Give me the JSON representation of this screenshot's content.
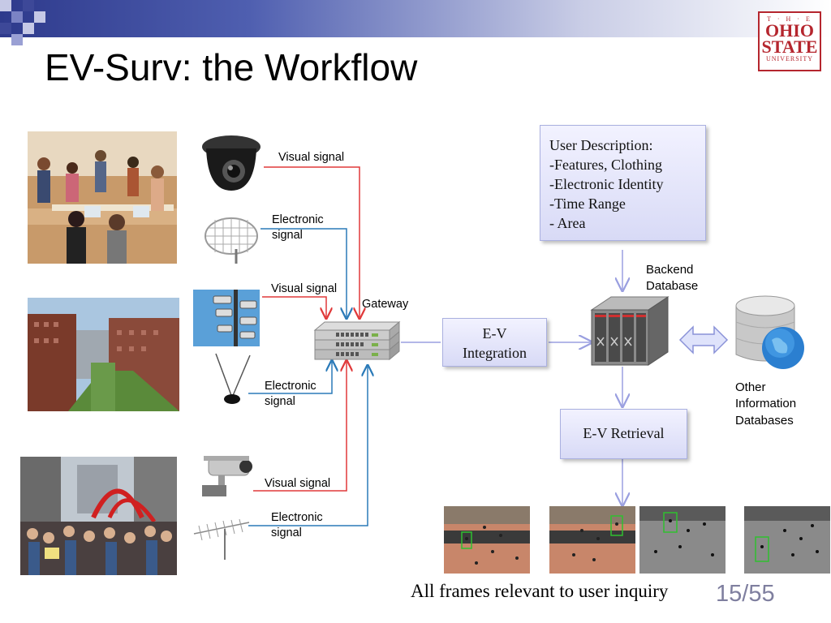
{
  "slide": {
    "title": "EV-Surv: the Workflow",
    "logo": {
      "line1": "T · H · E",
      "line2": "OHIO",
      "line3": "STATE",
      "line4": "UNIVERSITY"
    },
    "page_number": "15/55",
    "caption": "All frames relevant to user inquiry"
  },
  "signals": {
    "visual_1": "Visual signal",
    "electronic_1a": "Electronic",
    "electronic_1b": "signal",
    "visual_2": "Visual signal",
    "electronic_2a": "Electronic",
    "electronic_2b": "signal",
    "visual_3": "Visual signal",
    "electronic_3a": "Electronic",
    "electronic_3b": "signal"
  },
  "nodes": {
    "gateway": "Gateway",
    "ev_integration_1": "E-V",
    "ev_integration_2": "Integration",
    "ev_retrieval": "E-V Retrieval",
    "backend_1": "Backend",
    "backend_2": "Database",
    "other_1": "Other",
    "other_2": "Information",
    "other_3": "Databases"
  },
  "user_description": {
    "line1": "User Description:",
    "line2": "-Features, Clothing",
    "line3": "-Electronic Identity",
    "line4": "-Time Range",
    "line5": "- Area"
  },
  "colors": {
    "visual_arrow": "#e0393a",
    "electronic_arrow": "#2a7ab8",
    "flow_arrow": "#9a9fe0",
    "logo": "#b5262e"
  },
  "icons": [
    "dome-camera-icon",
    "grid-antenna-icon",
    "pole-cameras-icon",
    "rabbit-ears-antenna-icon",
    "bullet-camera-icon",
    "yagi-antenna-icon",
    "network-switch-icon",
    "server-rack-icon",
    "database-globe-icon",
    "double-arrow-icon"
  ]
}
